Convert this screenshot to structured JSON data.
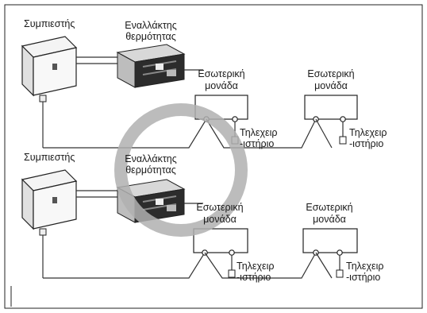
{
  "compressor_label": "Συμπιεστής",
  "heat_exchanger_label_line1": "Εναλλάκτης",
  "heat_exchanger_label_line2": "θερμότητας",
  "indoor_unit_label_line1": "Εσωτερική",
  "indoor_unit_label_line2": "μονάδα",
  "remote_label_line1": "Τηλεχειρ",
  "remote_label_line2": "-ιστήριο",
  "colors": {
    "line": "#333333",
    "ring": "#b0b0b0",
    "unit_light": "#f2f2f2",
    "unit_dark": "#2c2c2c"
  }
}
